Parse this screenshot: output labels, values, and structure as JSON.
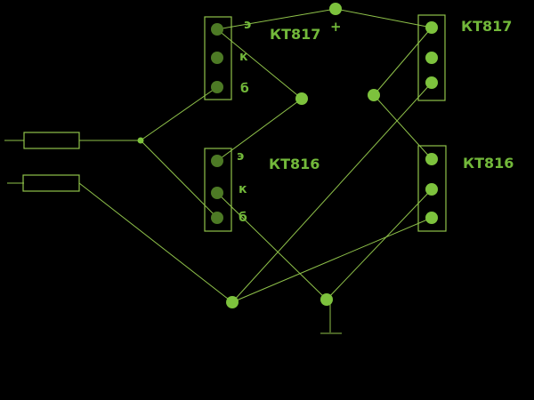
{
  "supply": {
    "plus_label": "+"
  },
  "transistors": {
    "q1": {
      "type": "КТ817",
      "pins": [
        "э",
        "к",
        "б"
      ]
    },
    "q2": {
      "type": "КТ817"
    },
    "q3": {
      "type": "КТ816",
      "pins": [
        "э",
        "к",
        "б"
      ]
    },
    "q4": {
      "type": "КТ816"
    }
  },
  "colors": {
    "background": "#000000",
    "wire": "#8fc24a",
    "node": "#7dc23d",
    "pin_dark": "#4d7a25"
  }
}
